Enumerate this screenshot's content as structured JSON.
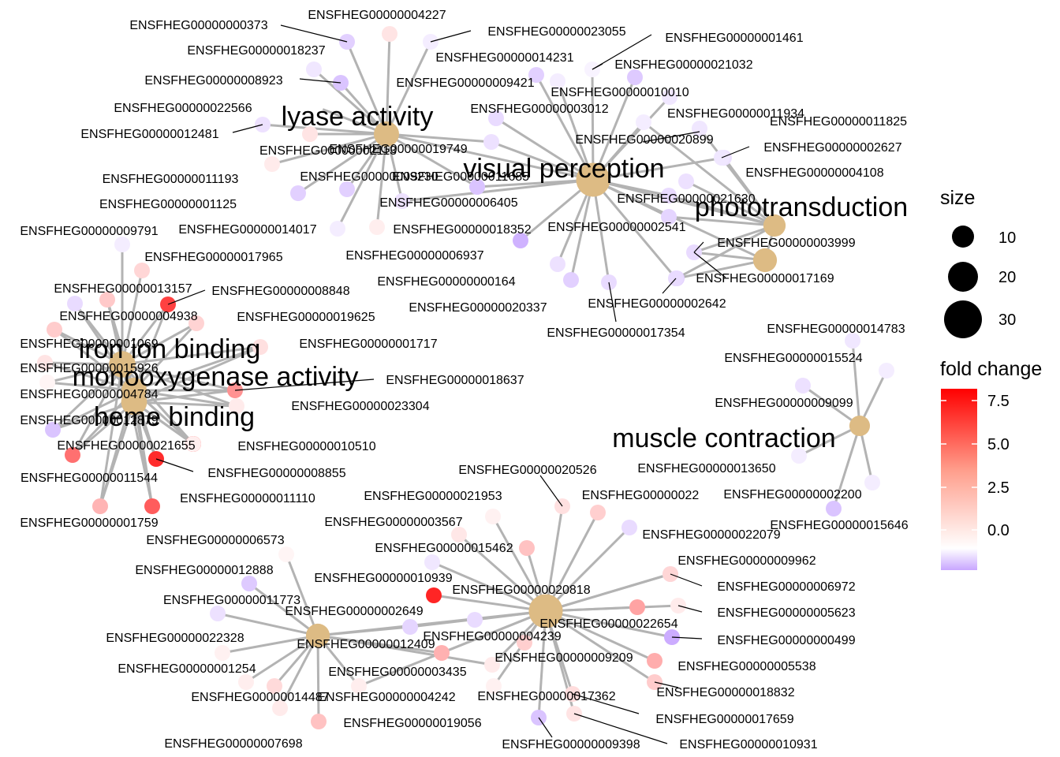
{
  "colors": {
    "term_node": "#DDBB84",
    "edge": "#B3B3B3",
    "fc_low": "#C8A6FF",
    "fc_mid": "#FFFFFF",
    "fc_high": "#FF0000"
  },
  "terms": [
    {
      "name": "lyase activity",
      "size": 14
    },
    {
      "name": "visual perception",
      "size": 30
    },
    {
      "name": "phototransduction",
      "size": 10
    },
    {
      "name": "muscle contraction",
      "size": 8
    },
    {
      "name": "iron ion binding",
      "size": 16
    },
    {
      "name": "monooxygenase activity",
      "size": 14
    },
    {
      "name": "heme binding",
      "size": 15
    },
    {
      "name": "",
      "size": 30
    },
    {
      "name": "",
      "size": 12
    },
    {
      "name": "",
      "size": 12
    }
  ],
  "genes": [
    {
      "id": "ENSFHEG00000000373",
      "fc": -0.8
    },
    {
      "id": "ENSFHEG00000004227",
      "fc": 0.8
    },
    {
      "id": "ENSFHEG00000023055",
      "fc": -0.3
    },
    {
      "id": "ENSFHEG00000018237",
      "fc": -0.4
    },
    {
      "id": "ENSFHEG00000008923",
      "fc": -1
    },
    {
      "id": "ENSFHEG00000022566",
      "fc": 0
    },
    {
      "id": "ENSFHEG00000012481",
      "fc": -0.5
    },
    {
      "id": "ENSFHEG00000014231",
      "fc": -0.3
    },
    {
      "id": "ENSFHEG00000009421",
      "fc": -0.8
    },
    {
      "id": "ENSFHEG00000001461",
      "fc": -0.2
    },
    {
      "id": "ENSFHEG00000021032",
      "fc": -0.9
    },
    {
      "id": "ENSFHEG00000010010",
      "fc": -0.4
    },
    {
      "id": "ENSFHEG00000003012",
      "fc": -0.6
    },
    {
      "id": "ENSFHEG00000011934",
      "fc": -0.3
    },
    {
      "id": "ENSFHEG00000011825",
      "fc": -0.4
    },
    {
      "id": "ENSFHEG00000020899",
      "fc": -0.5
    },
    {
      "id": "ENSFHEG00000002627",
      "fc": -0.4
    },
    {
      "id": "ENSFHEG00000004108",
      "fc": -0.5
    },
    {
      "id": "ENSFHEG00000002113",
      "fc": 0.8
    },
    {
      "id": "ENSFHEG00000019749",
      "fc": -0.5
    },
    {
      "id": "ENSFHEG00000011193",
      "fc": 0.6
    },
    {
      "id": "ENSFHEG00000009230",
      "fc": -0.8
    },
    {
      "id": "ENSFHEG00000011685",
      "fc": -1
    },
    {
      "id": "ENSFHEG00000001125",
      "fc": -0.8
    },
    {
      "id": "ENSFHEG00000006405",
      "fc": -0.5
    },
    {
      "id": "ENSFHEG00000021630",
      "fc": -0.6
    },
    {
      "id": "ENSFHEG00000014017",
      "fc": -0.3
    },
    {
      "id": "ENSFHEG00000018352",
      "fc": 0.5
    },
    {
      "id": "ENSFHEG00000002541",
      "fc": -0.7
    },
    {
      "id": "ENSFHEG00000009791",
      "fc": -0.3
    },
    {
      "id": "ENSFHEG00000006937",
      "fc": -1.3
    },
    {
      "id": "ENSFHEG00000003999",
      "fc": -0.6
    },
    {
      "id": "ENSFHEG00000017965",
      "fc": 1.2
    },
    {
      "id": "ENSFHEG00000000164",
      "fc": -0.5
    },
    {
      "id": "ENSFHEG00000017169",
      "fc": -0.8
    },
    {
      "id": "ENSFHEG00000013157",
      "fc": -0.6
    },
    {
      "id": "ENSFHEG00000008848",
      "fc": 5.6
    },
    {
      "id": "ENSFHEG00000020337",
      "fc": -0.8
    },
    {
      "id": "ENSFHEG00000002642",
      "fc": -0.6
    },
    {
      "id": "ENSFHEG00000004938",
      "fc": 1.6
    },
    {
      "id": "ENSFHEG00000019625",
      "fc": 1.3
    },
    {
      "id": "ENSFHEG00000017354",
      "fc": -0.6
    },
    {
      "id": "ENSFHEG00000014783",
      "fc": -0.4
    },
    {
      "id": "ENSFHEG00000001069",
      "fc": 1.5
    },
    {
      "id": "ENSFHEG00000001717",
      "fc": 0.9
    },
    {
      "id": "ENSFHEG00000015524",
      "fc": -0.3
    },
    {
      "id": "ENSFHEG00000015926",
      "fc": 0.8
    },
    {
      "id": "ENSFHEG00000018637",
      "fc": 3.2
    },
    {
      "id": "ENSFHEG00000004784",
      "fc": 0.3
    },
    {
      "id": "ENSFHEG00000009099",
      "fc": -0.5
    },
    {
      "id": "ENSFHEG00000023304",
      "fc": 0.6
    },
    {
      "id": "ENSFHEG00000012879",
      "fc": -1
    },
    {
      "id": "ENSFHEG00000021655",
      "fc": 7.5
    },
    {
      "id": "ENSFHEG00000010510",
      "fc": 0.5
    },
    {
      "id": "ENSFHEG00000008855",
      "fc": 6.2
    },
    {
      "id": "ENSFHEG00000011544",
      "fc": 4.2
    },
    {
      "id": "ENSFHEG00000011110",
      "fc": 4.8
    },
    {
      "id": "ENSFHEG00000001759",
      "fc": 2.2
    },
    {
      "id": "ENSFHEG00000013650",
      "fc": -0.3
    },
    {
      "id": "ENSFHEG00000002200",
      "fc": -0.3
    },
    {
      "id": "ENSFHEG00000015646",
      "fc": -1
    },
    {
      "id": "ENSFHEG00000020526",
      "fc": 0.9
    },
    {
      "id": "ENSFHEG00000021953",
      "fc": 0.4
    },
    {
      "id": "ENSFHEG00000022",
      "fc": 1.4
    },
    {
      "id": "ENSFHEG00000003567",
      "fc": 0.7
    },
    {
      "id": "ENSFHEG00000022079",
      "fc": -0.6
    },
    {
      "id": "ENSFHEG00000006573",
      "fc": 0.3
    },
    {
      "id": "ENSFHEG00000015462",
      "fc": 1.8
    },
    {
      "id": "ENSFHEG00000009962",
      "fc": -0.5
    },
    {
      "id": "ENSFHEG00000012888",
      "fc": -0.9
    },
    {
      "id": "ENSFHEG00000010939",
      "fc": -0.4
    },
    {
      "id": "ENSFHEG00000006972",
      "fc": 1.2
    },
    {
      "id": "ENSFHEG00000020818",
      "fc": 6.4
    },
    {
      "id": "ENSFHEG00000011773",
      "fc": -0.5
    },
    {
      "id": "ENSFHEG00000002649",
      "fc": -0.7
    },
    {
      "id": "ENSFHEG00000005623",
      "fc": 0.6
    },
    {
      "id": "ENSFHEG00000022654",
      "fc": 2.7
    },
    {
      "id": "ENSFHEG00000022328",
      "fc": 0.4
    },
    {
      "id": "ENSFHEG00000004239",
      "fc": -0.6
    },
    {
      "id": "ENSFHEG00000000499",
      "fc": -1.4
    },
    {
      "id": "ENSFHEG00000012409",
      "fc": 2.3
    },
    {
      "id": "ENSFHEG00000009209",
      "fc": 1.4
    },
    {
      "id": "ENSFHEG00000005538",
      "fc": 2.4
    },
    {
      "id": "ENSFHEG00000001254",
      "fc": 0.5
    },
    {
      "id": "ENSFHEG00000003435",
      "fc": 0.6
    },
    {
      "id": "ENSFHEG00000018832",
      "fc": 1.5
    },
    {
      "id": "ENSFHEG00000014487",
      "fc": 1.1
    },
    {
      "id": "ENSFHEG00000004242",
      "fc": 0.5
    },
    {
      "id": "ENSFHEG00000017362",
      "fc": 0.4
    },
    {
      "id": "ENSFHEG00000017659",
      "fc": 1
    },
    {
      "id": "ENSFHEG00000019056",
      "fc": 1.8
    },
    {
      "id": "ENSFHEG00000007698",
      "fc": 0.6
    },
    {
      "id": "ENSFHEG00000009398",
      "fc": -1
    },
    {
      "id": "ENSFHEG00000010931",
      "fc": 0.8
    }
  ],
  "legend": {
    "size_title": "size",
    "size_ticks": [
      "10",
      "20",
      "30"
    ],
    "color_title": "fold change",
    "color_ticks": [
      "7.5",
      "5.0",
      "2.5",
      "0.0"
    ]
  }
}
